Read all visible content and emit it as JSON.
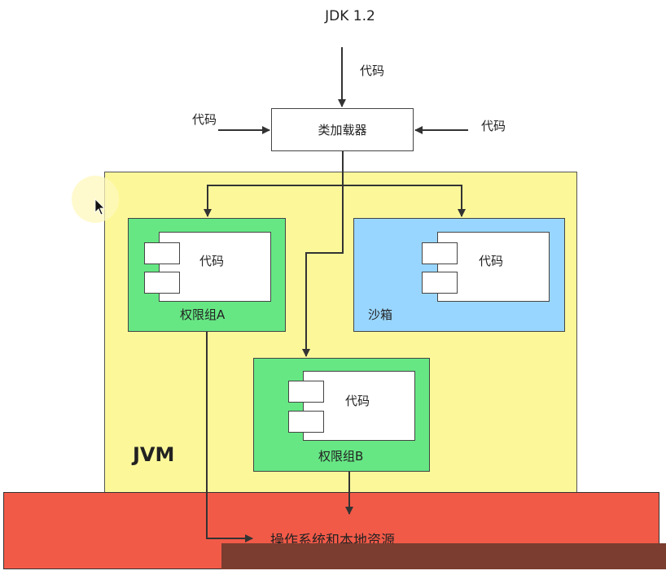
{
  "title": "JDK 1.2",
  "inputs": {
    "top": "代码",
    "left": "代码",
    "right": "代码"
  },
  "loader": "类加载器",
  "jvm": "JVM",
  "groups": {
    "a": {
      "component": "代码",
      "label": "权限组A"
    },
    "sandbox": {
      "component": "代码",
      "label": "沙箱"
    },
    "b": {
      "component": "代码",
      "label": "权限组B"
    }
  },
  "os": "操作系统和本地资源",
  "colors": {
    "jvm": "#fcf89a",
    "group_green": "#66e784",
    "sandbox_blue": "#99d6ff",
    "os_red": "#f25a48"
  }
}
